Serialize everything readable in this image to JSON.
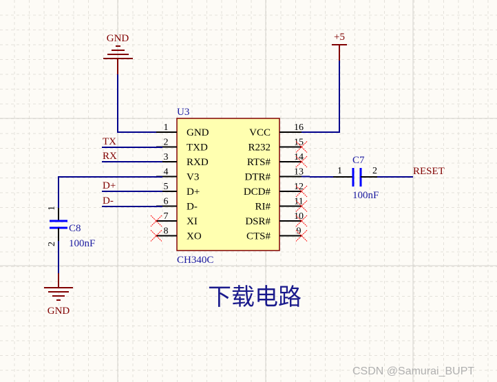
{
  "colors": {
    "background": "#fdfbf6",
    "grid": "#e4e1da",
    "grid_major": "#d4d2cc",
    "wire": "#00008b",
    "pin": "#000000",
    "power": "#800000",
    "netlabel": "#800000",
    "designator": "#1a1aa0",
    "chip_fill": "#ffffb0",
    "chip_border": "#800000",
    "no_connect": "#ff0000",
    "cap_plate": "#0000ff",
    "title": "#1a1a8c",
    "watermark": "#b0b0b0"
  },
  "power_ports": {
    "gnd_top": "GND",
    "vcc_top": "+5",
    "gnd_bottom": "GND"
  },
  "chip": {
    "designator": "U3",
    "part": "CH340C",
    "left_pins": [
      {
        "num": "1",
        "name": "GND"
      },
      {
        "num": "2",
        "name": "TXD"
      },
      {
        "num": "3",
        "name": "RXD"
      },
      {
        "num": "4",
        "name": "V3"
      },
      {
        "num": "5",
        "name": "D+"
      },
      {
        "num": "6",
        "name": "D-"
      },
      {
        "num": "7",
        "name": "XI"
      },
      {
        "num": "8",
        "name": "XO"
      }
    ],
    "right_pins": [
      {
        "num": "16",
        "name": "VCC"
      },
      {
        "num": "15",
        "name": "R232"
      },
      {
        "num": "14",
        "name": "RTS#"
      },
      {
        "num": "13",
        "name": "DTR#"
      },
      {
        "num": "12",
        "name": "DCD#"
      },
      {
        "num": "11",
        "name": "RI#"
      },
      {
        "num": "10",
        "name": "DSR#"
      },
      {
        "num": "9",
        "name": "CTS#"
      }
    ]
  },
  "net_labels": {
    "tx": "TX",
    "rx": "RX",
    "dplus": "D+",
    "dminus": "D-",
    "reset": "RESET"
  },
  "capacitors": {
    "c7": {
      "designator": "C7",
      "value": "100nF",
      "pin1": "1",
      "pin2": "2"
    },
    "c8": {
      "designator": "C8",
      "value": "100nF",
      "pin1": "1",
      "pin2": "2"
    }
  },
  "title": "下载电路",
  "watermark": "CSDN @Samurai_BUPT"
}
